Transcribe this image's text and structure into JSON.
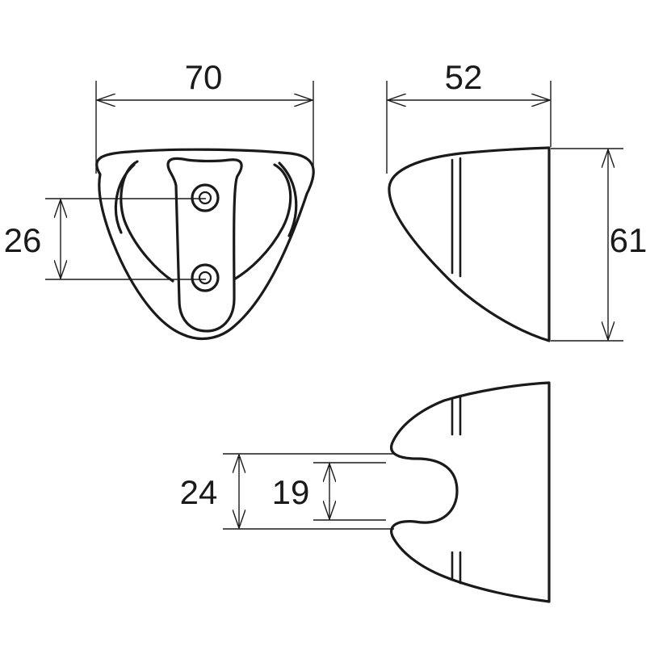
{
  "dimensions": {
    "width_top": "70",
    "depth_side": "52",
    "height_side": "61",
    "hole_spacing": "26",
    "outer_gap": "24",
    "inner_gap": "19"
  },
  "colors": {
    "line": "#1a1a1a",
    "background": "#ffffff"
  }
}
